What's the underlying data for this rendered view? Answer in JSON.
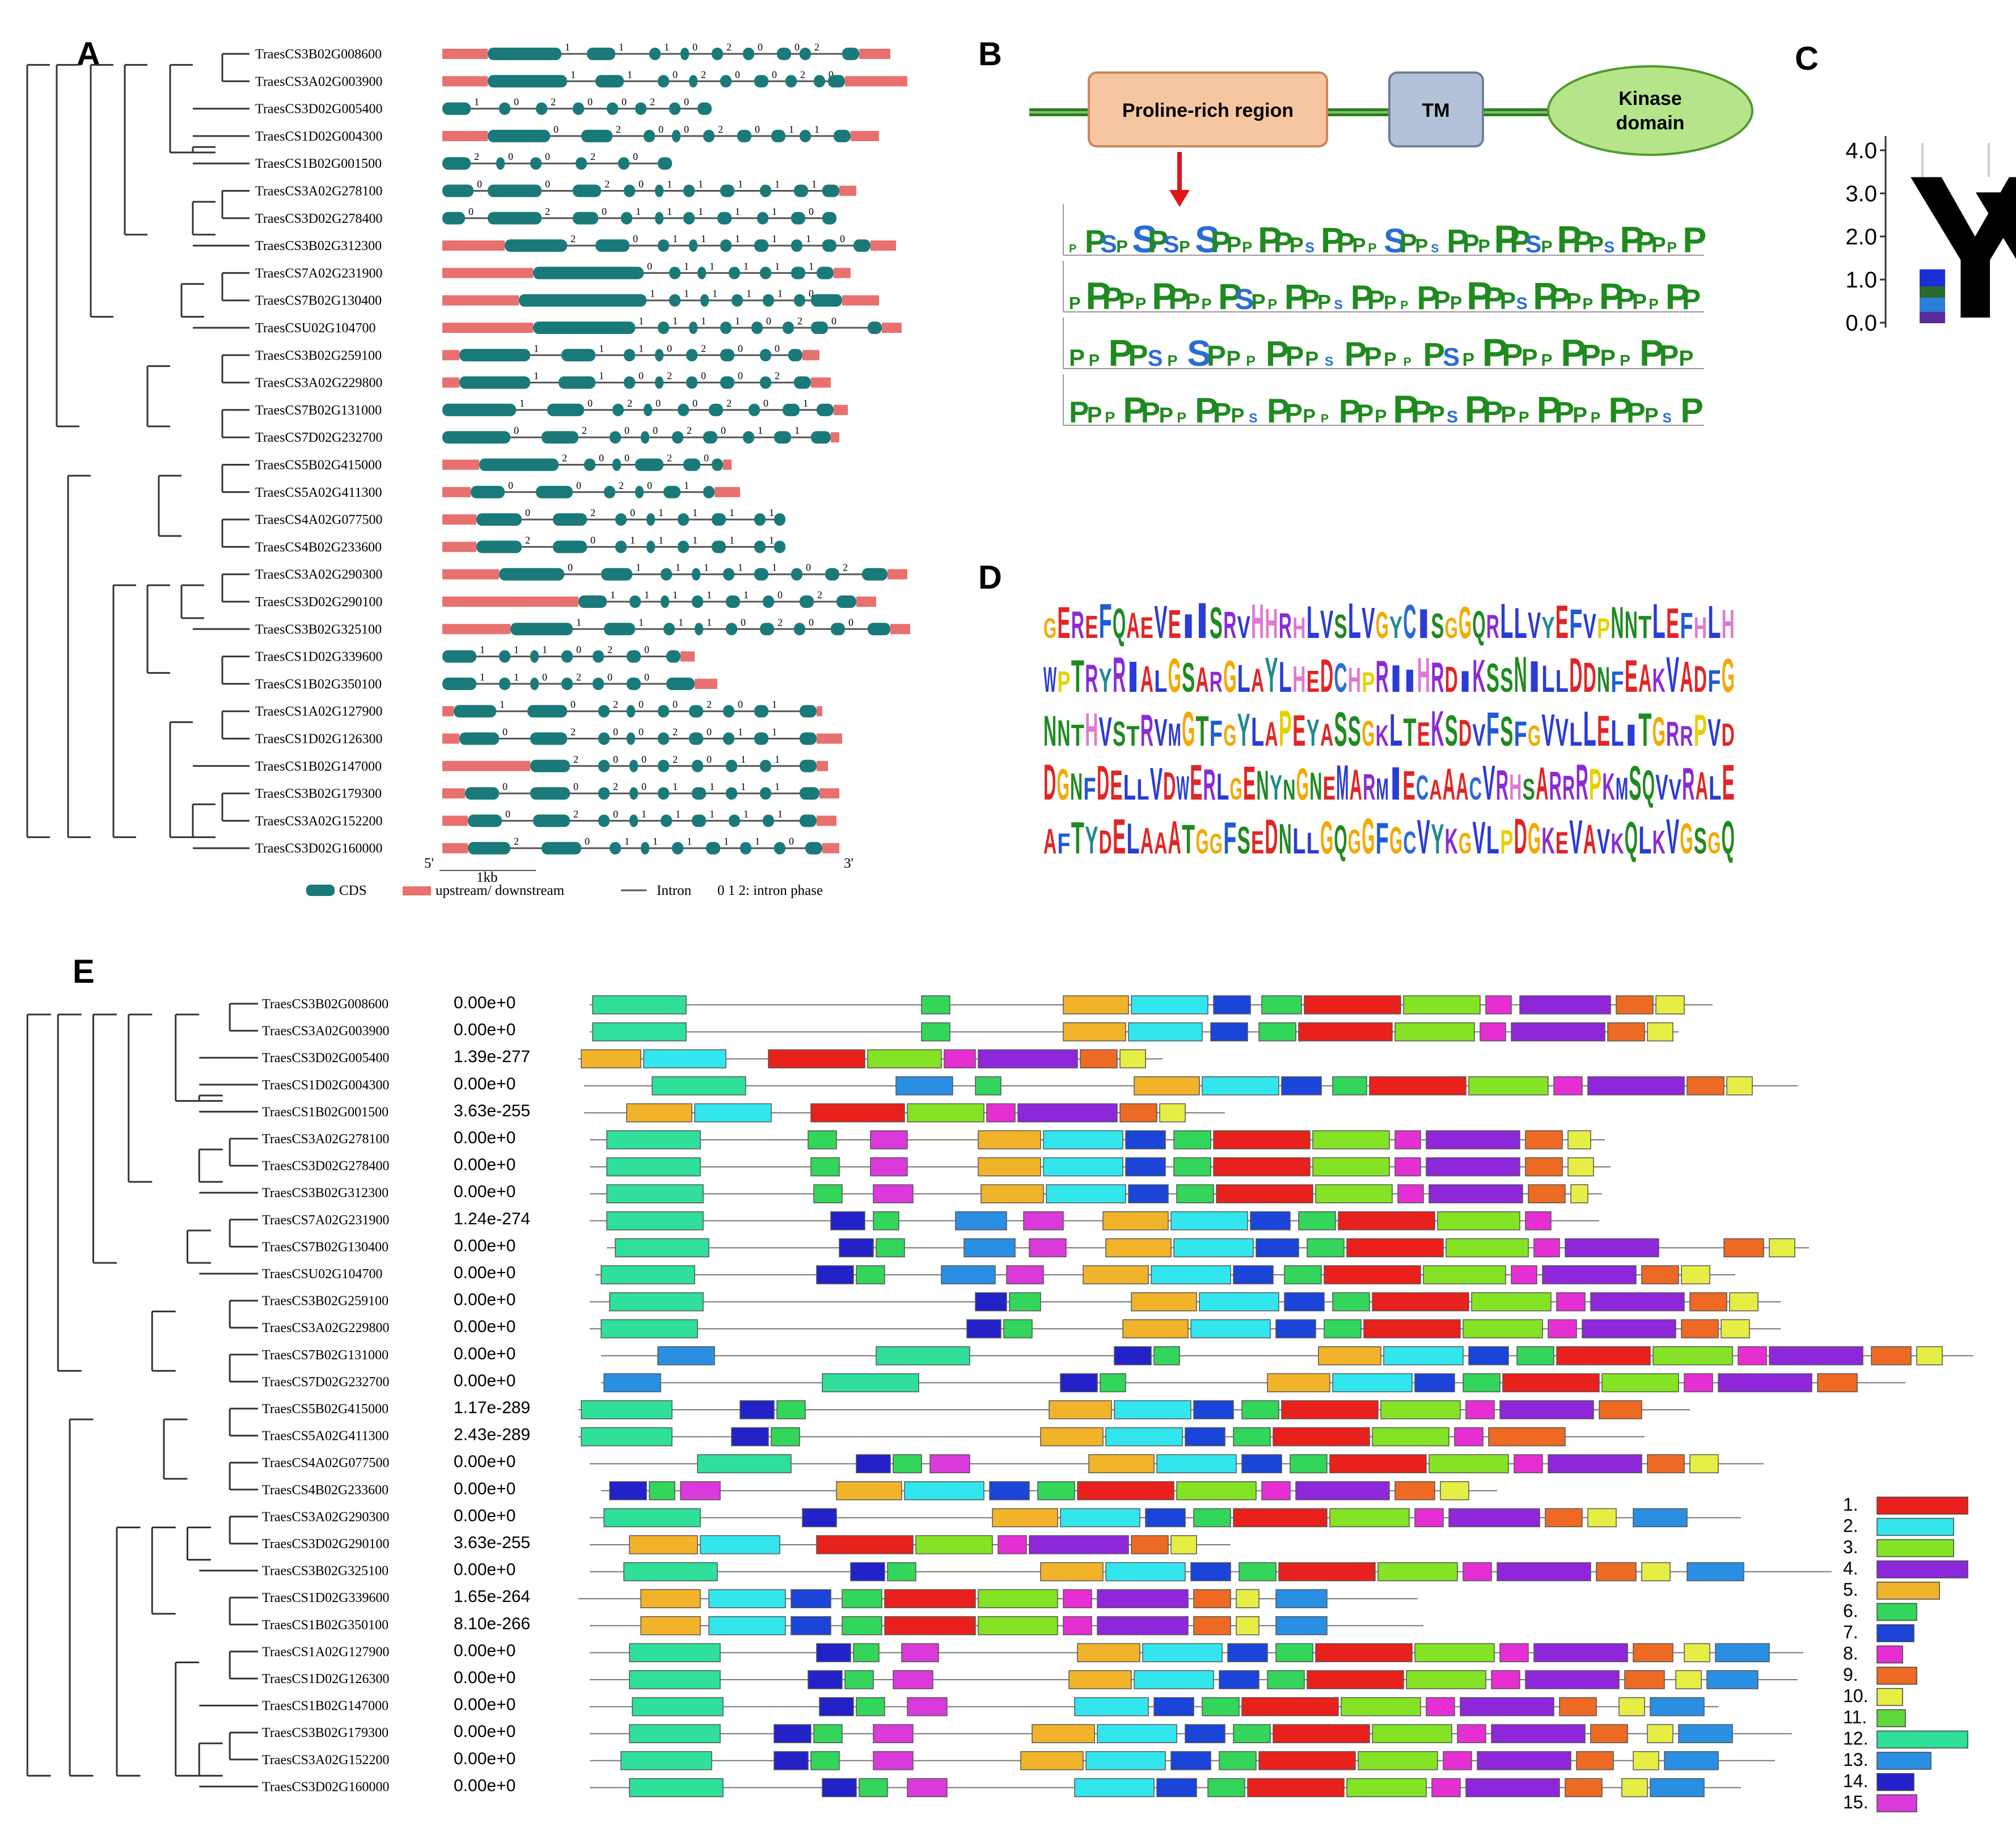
{
  "panels": {
    "a": "A",
    "b": "B",
    "c": "C",
    "d": "D",
    "e": "E"
  },
  "genes": [
    "TraesCS3B02G008600",
    "TraesCS3A02G003900",
    "TraesCS3D02G005400",
    "TraesCS1D02G004300",
    "TraesCS1B02G001500",
    "TraesCS3A02G278100",
    "TraesCS3D02G278400",
    "TraesCS3B02G312300",
    "TraesCS7A02G231900",
    "TraesCS7B02G130400",
    "TraesCSU02G104700",
    "TraesCS3B02G259100",
    "TraesCS3A02G229800",
    "TraesCS7B02G131000",
    "TraesCS7D02G232700",
    "TraesCS5B02G415000",
    "TraesCS5A02G411300",
    "TraesCS4A02G077500",
    "TraesCS4B02G233600",
    "TraesCS3A02G290300",
    "TraesCS3D02G290100",
    "TraesCS3B02G325100",
    "TraesCS1D02G339600",
    "TraesCS1B02G350100",
    "TraesCS1A02G127900",
    "TraesCS1D02G126300",
    "TraesCS1B02G147000",
    "TraesCS3B02G179300",
    "TraesCS3A02G152200",
    "TraesCS3D02G160000"
  ],
  "panelA": {
    "scale_label": "1kb",
    "five_prime": "5'",
    "three_prime": "3'",
    "legend": {
      "cds": "CDS",
      "utr": "upstream/ downstream",
      "intron": "Intron",
      "phase": "0 1 2: intron phase"
    },
    "colors": {
      "cds": "#1a7a7a",
      "utr": "#e8706e"
    }
  },
  "panelB": {
    "proline": "Proline-rich region",
    "tm": "TM",
    "kinase_line1": "Kinase",
    "kinase_line2": "domain"
  },
  "panelC": {
    "ticks": [
      "4.0",
      "3.0",
      "2.0",
      "1.0",
      "0.0"
    ]
  },
  "panelD": {
    "rows": [
      "GEREFQAEVEIISRVHHRHLVSLVGYCISGGQRLLVYEFVPNNTLEFHLH",
      "WPTRYRIALGSARGLAYLHEDCHPRIIHRDIKSSNILLDDNFEAKVADFG",
      "NNTHVSTRVMGTFGYLAPEYASSGKLTEKSDVFSFGVVLLELITGRRPVD",
      "DGNFDELLVDWERLGENYNGNEMARMIECAAACVRHSARRRPKMSQVVRALE",
      "AFTYDELAAATGGFSEDNLLGQGGFGCVYKGVLPDGKEVAVKQLKVGSGQ"
    ]
  },
  "panelE": {
    "evalues": [
      "0.00e+0",
      "0.00e+0",
      "1.39e-277",
      "0.00e+0",
      "3.63e-255",
      "0.00e+0",
      "0.00e+0",
      "0.00e+0",
      "1.24e-274",
      "0.00e+0",
      "0.00e+0",
      "0.00e+0",
      "0.00e+0",
      "0.00e+0",
      "0.00e+0",
      "1.17e-289",
      "2.43e-289",
      "0.00e+0",
      "0.00e+0",
      "0.00e+0",
      "3.63e-255",
      "0.00e+0",
      "1.65e-264",
      "8.10e-266",
      "0.00e+0",
      "0.00e+0",
      "0.00e+0",
      "0.00e+0",
      "0.00e+0",
      "0.00e+0"
    ],
    "motif_legend": [
      {
        "label": "1.",
        "color": "#e8211c"
      },
      {
        "label": "2.",
        "color": "#33e6ee"
      },
      {
        "label": "3.",
        "color": "#84e324"
      },
      {
        "label": "4.",
        "color": "#8e27d9"
      },
      {
        "label": "5.",
        "color": "#f1b32a"
      },
      {
        "label": "6.",
        "color": "#33d55a"
      },
      {
        "label": "7.",
        "color": "#1b44d9"
      },
      {
        "label": "8.",
        "color": "#e52fd3"
      },
      {
        "label": "9.",
        "color": "#ed6a24"
      },
      {
        "label": "10.",
        "color": "#e6ee45"
      },
      {
        "label": "11.",
        "color": "#5fd83c"
      },
      {
        "label": "12.",
        "color": "#2fdf9a"
      },
      {
        "label": "13.",
        "color": "#2a8fe3"
      },
      {
        "label": "14.",
        "color": "#2222c8"
      },
      {
        "label": "15.",
        "color": "#d93ad9"
      }
    ]
  }
}
